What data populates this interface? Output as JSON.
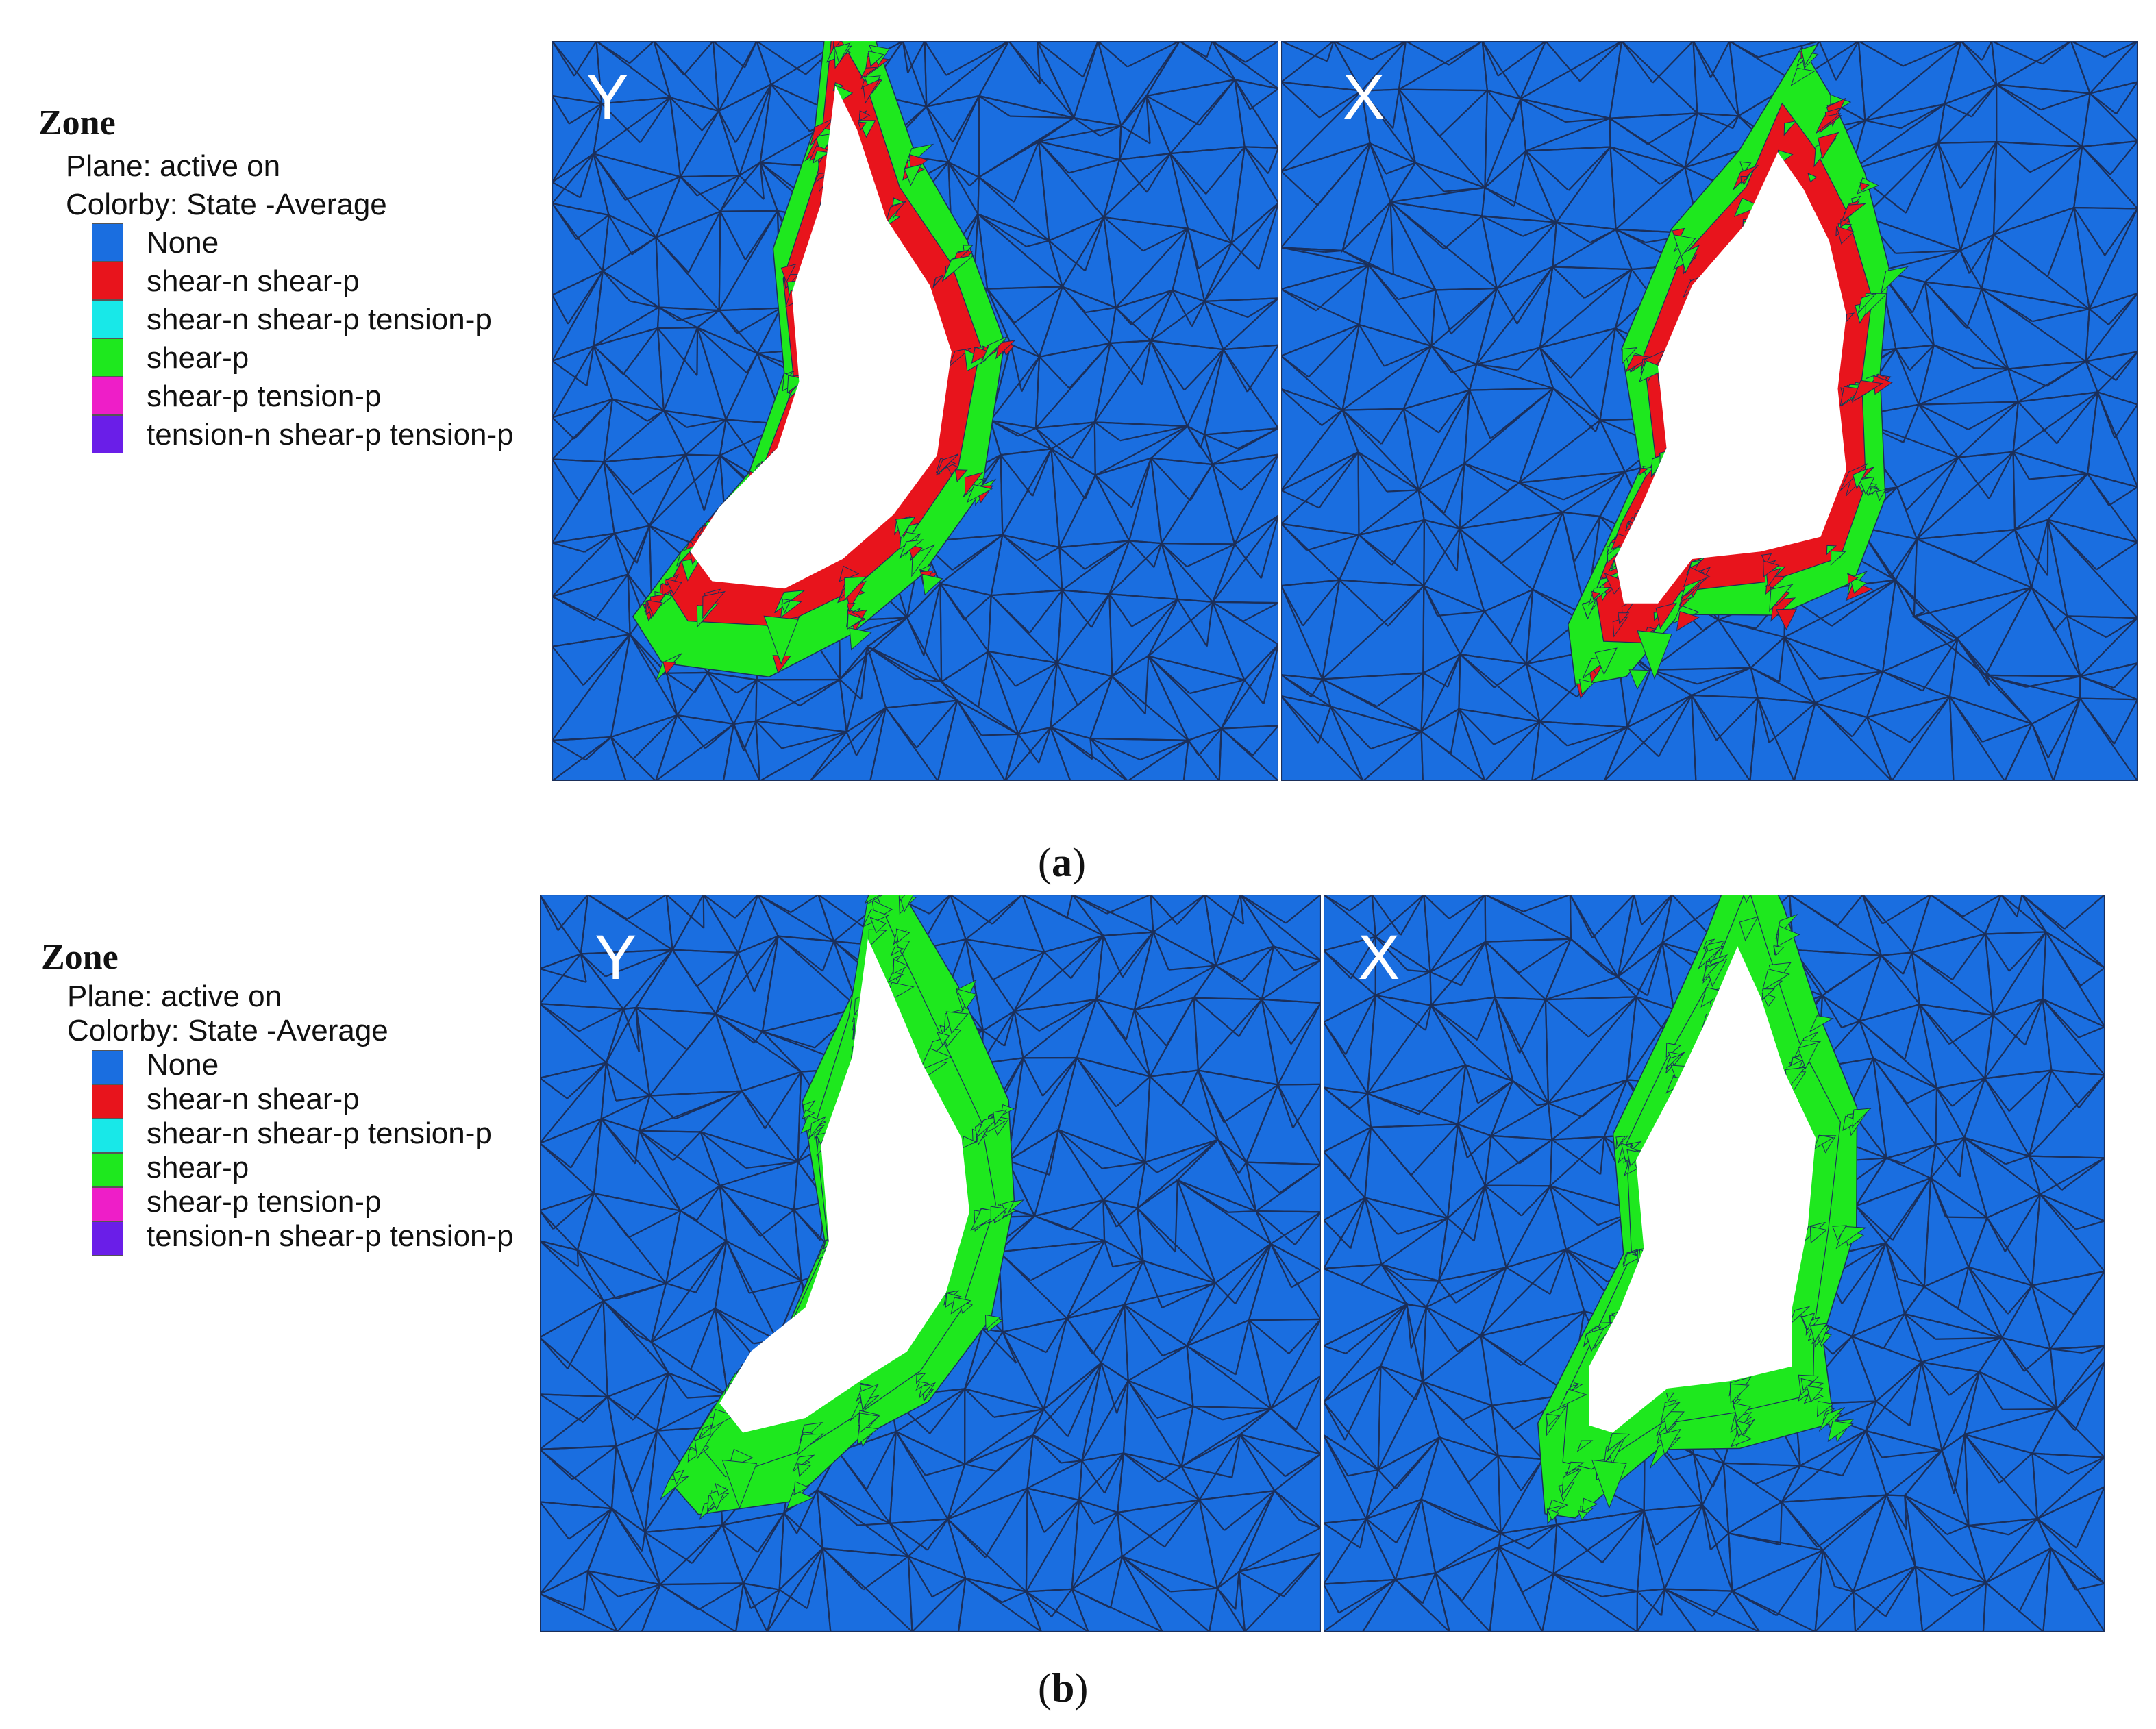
{
  "panels": [
    {
      "id": "a",
      "caption_letter": "a",
      "legend": {
        "title": "Zone",
        "plane": "Plane: active on",
        "colorby": "Colorby: State  -Average",
        "items": [
          {
            "label": "None",
            "color": "#1a6ee0"
          },
          {
            "label": "shear-n shear-p",
            "color": "#e8141c"
          },
          {
            "label": "shear-n shear-p tension-p",
            "color": "#18e8e8"
          },
          {
            "label": "shear-p",
            "color": "#1ee81e"
          },
          {
            "label": "shear-p tension-p",
            "color": "#ee1ec8"
          },
          {
            "label": "tension-n shear-p tension-p",
            "color": "#6a1ee8"
          }
        ]
      },
      "views": [
        {
          "label": "Y",
          "zone_colors": [
            "#e8141c",
            "#1ee81e"
          ]
        },
        {
          "label": "X",
          "zone_colors": [
            "#e8141c",
            "#1ee81e"
          ]
        }
      ]
    },
    {
      "id": "b",
      "caption_letter": "b",
      "legend": {
        "title": "Zone",
        "plane": "Plane: active on",
        "colorby": "Colorby: State  -Average",
        "items": [
          {
            "label": "None",
            "color": "#1a6ee0"
          },
          {
            "label": "shear-n shear-p",
            "color": "#e8141c"
          },
          {
            "label": "shear-n shear-p tension-p",
            "color": "#18e8e8"
          },
          {
            "label": "shear-p",
            "color": "#1ee81e"
          },
          {
            "label": "shear-p tension-p",
            "color": "#ee1ec8"
          },
          {
            "label": "tension-n shear-p tension-p",
            "color": "#6a1ee8"
          }
        ]
      },
      "views": [
        {
          "label": "Y",
          "zone_colors": [
            "#1ee81e",
            "#1ee81e"
          ]
        },
        {
          "label": "X",
          "zone_colors": [
            "#1ee81e",
            "#1ee81e"
          ]
        }
      ]
    }
  ],
  "colors": {
    "background_mesh": "#1a6ee0",
    "mesh_lines": "#1b2f5a",
    "cavity": "#ffffff"
  }
}
